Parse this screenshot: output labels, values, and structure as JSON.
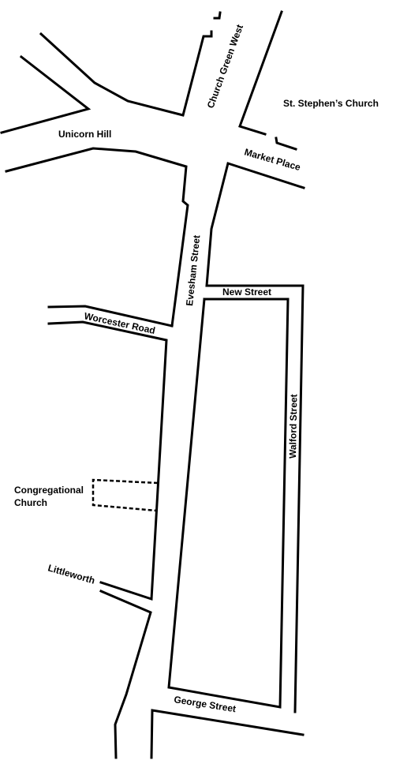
{
  "map": {
    "labels": {
      "church_green_west": "Church Green West",
      "st_stephens_church": "St. Stephen’s Church",
      "unicorn_hill": "Unicorn Hill",
      "market_place": "Market Place",
      "evesham_street": "Evesham Street",
      "new_street": "New Street",
      "worcester_road": "Worcester Road",
      "walford_street": "Walford Street",
      "congregational_church_line1": "Congregational",
      "congregational_church_line2": "Church",
      "littleworth": "Littleworth",
      "george_street": "George Street"
    },
    "colors": {
      "background": "#ffffff",
      "ink": "#000000"
    }
  }
}
